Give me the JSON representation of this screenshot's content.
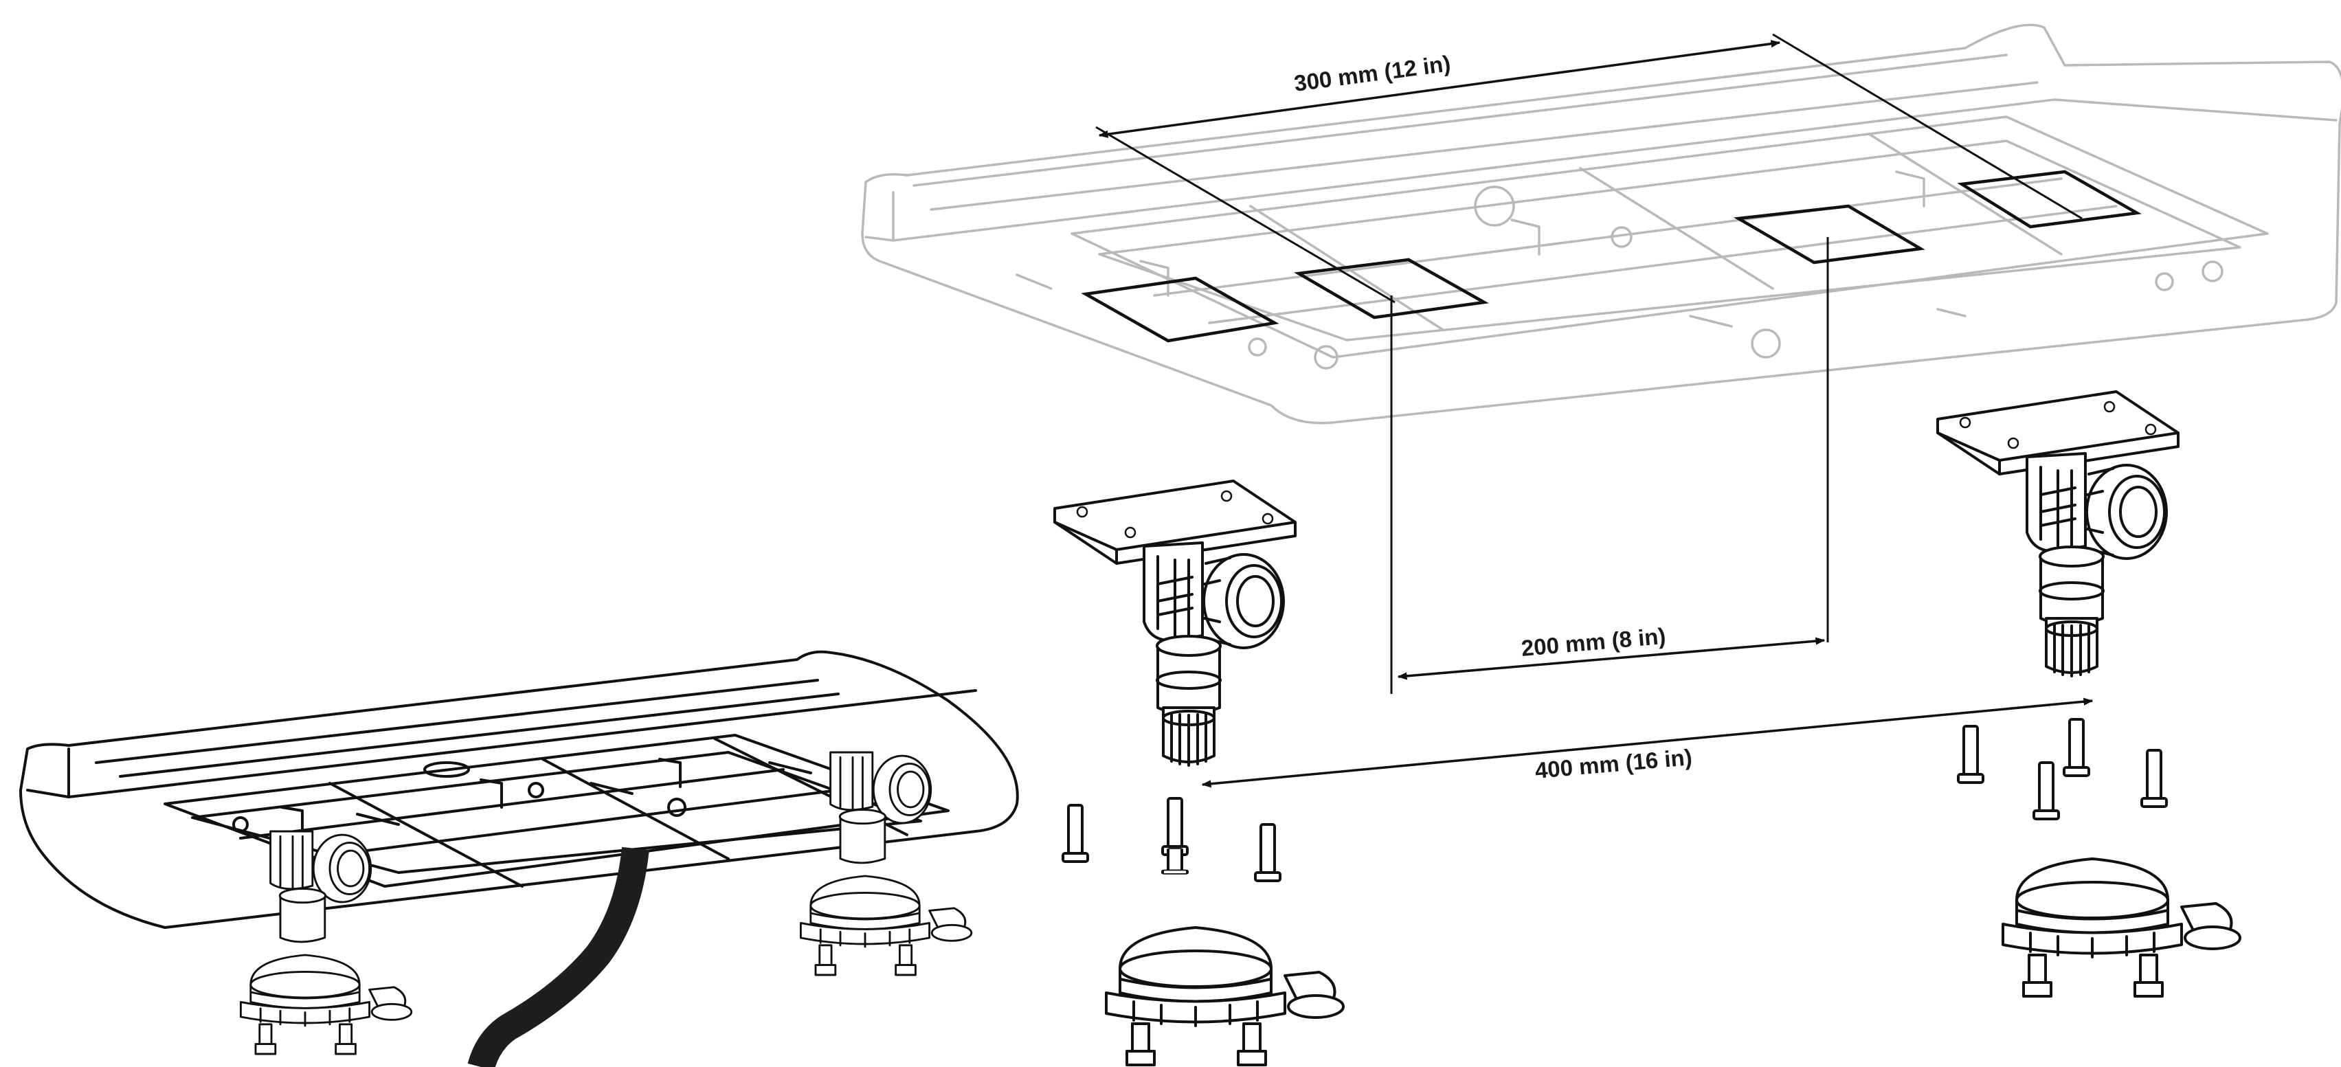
{
  "dimensions": {
    "top_span": "300 mm (12 in)",
    "middle_span": "200 mm (8 in)",
    "bottom_span": "400 mm (16 in)"
  },
  "colors": {
    "ink": "#111111",
    "ghost_outline": "#b9b9b9",
    "cable": "#1e1e1e",
    "background": "#ffffff"
  }
}
